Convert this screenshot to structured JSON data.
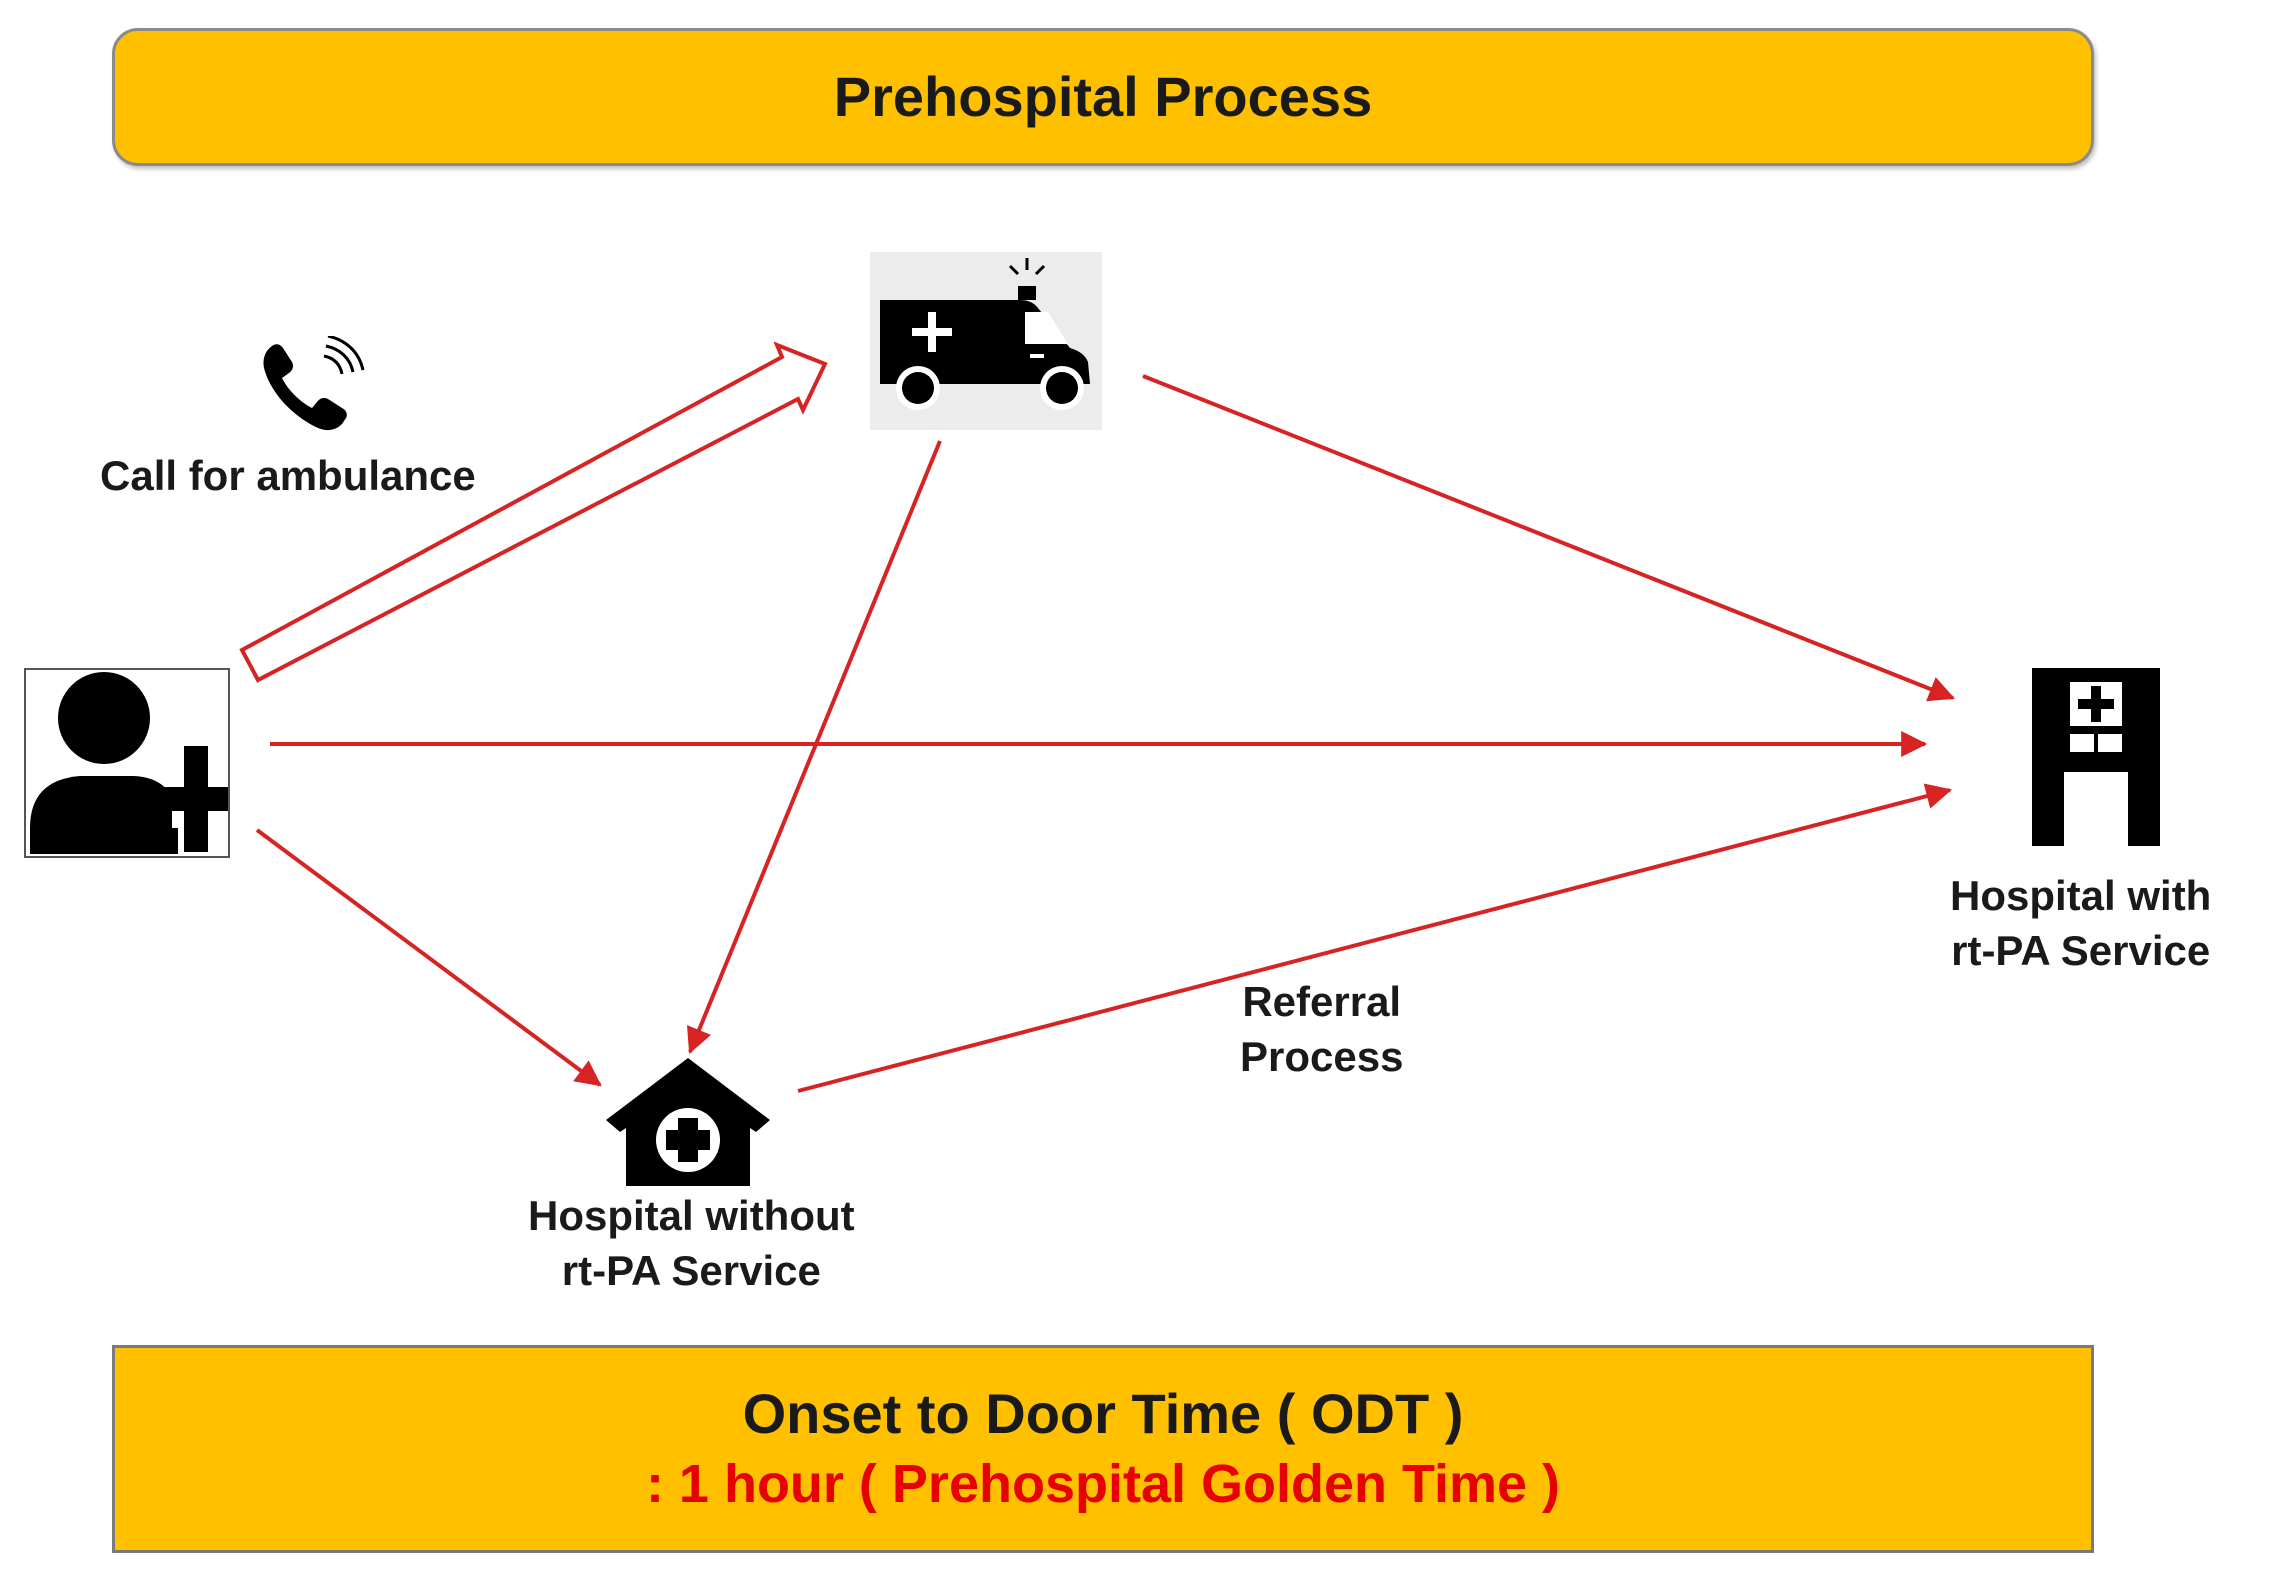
{
  "header": {
    "title": "Prehospital Process"
  },
  "nodes": {
    "call": {
      "label": "Call for ambulance"
    },
    "hospital_with": {
      "line1": "Hospital with",
      "line2": "rt-PA  Service"
    },
    "hospital_without": {
      "line1": "Hospital without",
      "line2": "rt-PA  Service"
    },
    "referral": {
      "line1": "Referral",
      "line2": "Process"
    }
  },
  "footer": {
    "title": "Onset to Door Time ( ODT )",
    "subtitle": ": 1 hour  ( Prehospital Golden Time )"
  },
  "icons": [
    "phone-icon",
    "ambulance-icon",
    "patient-icon",
    "hospital-building-icon",
    "clinic-icon"
  ],
  "colors": {
    "banner": "#FFC000",
    "arrow": "#D62424",
    "subtitle": "#E60000",
    "icon": "#000000"
  }
}
